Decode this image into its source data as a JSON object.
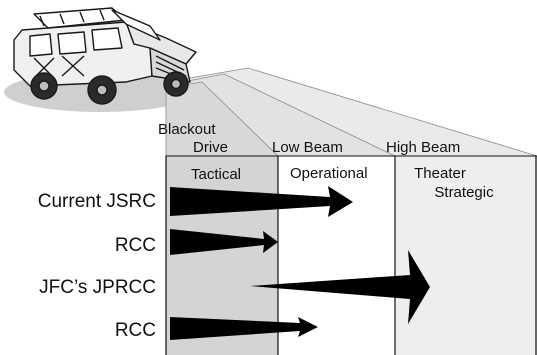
{
  "headers": {
    "blackout_line1": "Blackout",
    "blackout_line2": "Drive",
    "low_beam": "Low Beam",
    "high_beam": "High Beam"
  },
  "columns": {
    "tactical": "Tactical",
    "operational": "Operational",
    "theater_line1": "Theater",
    "theater_line2": "Strategic"
  },
  "rows": {
    "current_jsrc": "Current JSRC",
    "rcc_1": "RCC",
    "jfc_jprcc": "JFC’s JPRCC",
    "rcc_2": "RCC"
  },
  "icons": {
    "vehicle": "humvee-icon"
  },
  "colors": {
    "tactical_fill": "#d4d4d4",
    "theater_fill": "#eeeeee",
    "beam_fill": "#e6e6e6",
    "arrow_fill": "#000000",
    "line": "#111111"
  }
}
